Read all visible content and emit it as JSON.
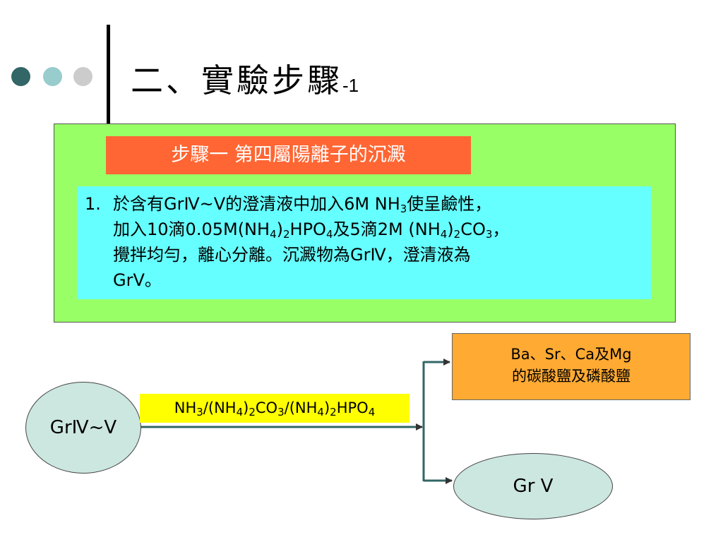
{
  "slide": {
    "title": "二、實驗步驟",
    "title_suffix": "-1",
    "decor_dots": [
      "#336666",
      "#99cccc",
      "#cccccc"
    ]
  },
  "step": {
    "label": "步驟一  第四屬陽離子的沉澱",
    "number": "1.",
    "line1": {
      "a": "於含有",
      "b": "GrⅣ~Ⅴ",
      "c": "的澄清液中加入",
      "d": "6M NH",
      "d_sub": "3",
      "e": "使呈鹼性，"
    },
    "line2": {
      "a": "加入",
      "b": "10",
      "c": "滴",
      "d": "0.05M(NH",
      "d_sub": "4",
      "e": ")",
      "e_sub": "2",
      "f": "HPO",
      "f_sub": "4",
      "g": "及",
      "h": "5",
      "i": "滴",
      "j": "2M (NH",
      "j_sub": "4",
      "k": ")",
      "k_sub": "2",
      "l": "CO",
      "l_sub": "3",
      "m": "，"
    },
    "line3": {
      "a": "攪拌均勻，離心分離。沉澱物為",
      "b": "GrⅣ",
      "c": "，澄清液為"
    },
    "line4": {
      "a": "GrV",
      "b": "。"
    }
  },
  "flow": {
    "source": "GrⅣ~Ⅴ",
    "reagent": {
      "a": "NH",
      "a_sub": "3",
      "b": "/(NH",
      "b_sub": "4",
      "c": ")",
      "c_sub": "2",
      "d": "CO",
      "d_sub": "3",
      "e": "/(NH",
      "e_sub": "4",
      "f": ")",
      "f_sub": "2",
      "g": "HPO",
      "g_sub": "4"
    },
    "precipitate": {
      "line1": "Ba、Sr、Ca及Mg",
      "line2": "的碳酸鹽及磷酸鹽"
    },
    "filtrate": "Gr V"
  }
}
